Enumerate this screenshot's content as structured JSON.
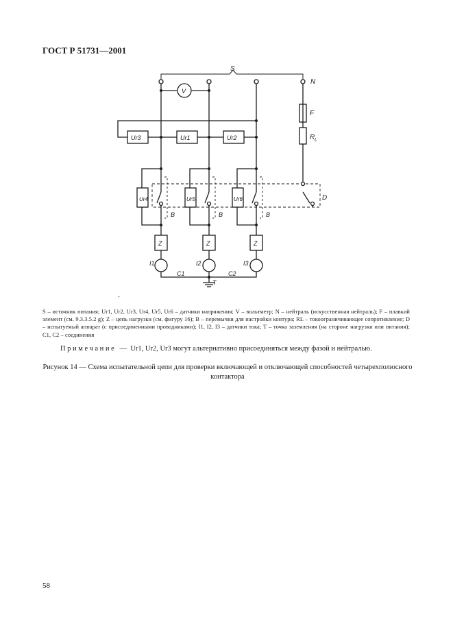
{
  "header": "ГОСТ Р 51731—2001",
  "diagram": {
    "source_label": "S",
    "neutral_label": "N",
    "voltmeter_label": "V",
    "fuse_label": "F",
    "resistor_label": "R",
    "resistor_sub": "L",
    "sensors": [
      "Ur3",
      "Ur1",
      "Ur2",
      "Ur4",
      "Ur5",
      "Ur6"
    ],
    "bridge_label": "B",
    "device_label": "D",
    "load_label": "Z",
    "current_sensors": [
      "I1",
      "I2",
      "I3"
    ],
    "connection_labels": [
      "C1",
      "C2"
    ],
    "ground_label": "T"
  },
  "stray_mark": "-",
  "legend": "S – источник питания; Ur1, Ur2, Ur3, Ur4, Ur5, Ur6 – датчики напряжения; V – вольтметр; N – нейтраль (искусственная нейтраль); F – плавкий элемент (см. 9.3.3.5.2 g); Z – цепь нагрузки (см. фигуру 16); B – перемычки для настройки контура; RL – токоограничивающее сопротивление; D – испытуемый аппарат (с присоединенными проводниками); I1, I2, I3 – датчики тока; T – точка заземления (на стороне нагрузки или питания); C1, C2 – соединения",
  "note": {
    "prefix": "Примечание —",
    "text": "Ur1, Ur2, Ur3 могут альтернативно присоединяться между фазой и нейтралью."
  },
  "caption": "Рисунок 14 — Схема испытательной цепи для проверки включающей и отключающей способностей четырехполюсного контактора",
  "page_number": "58"
}
